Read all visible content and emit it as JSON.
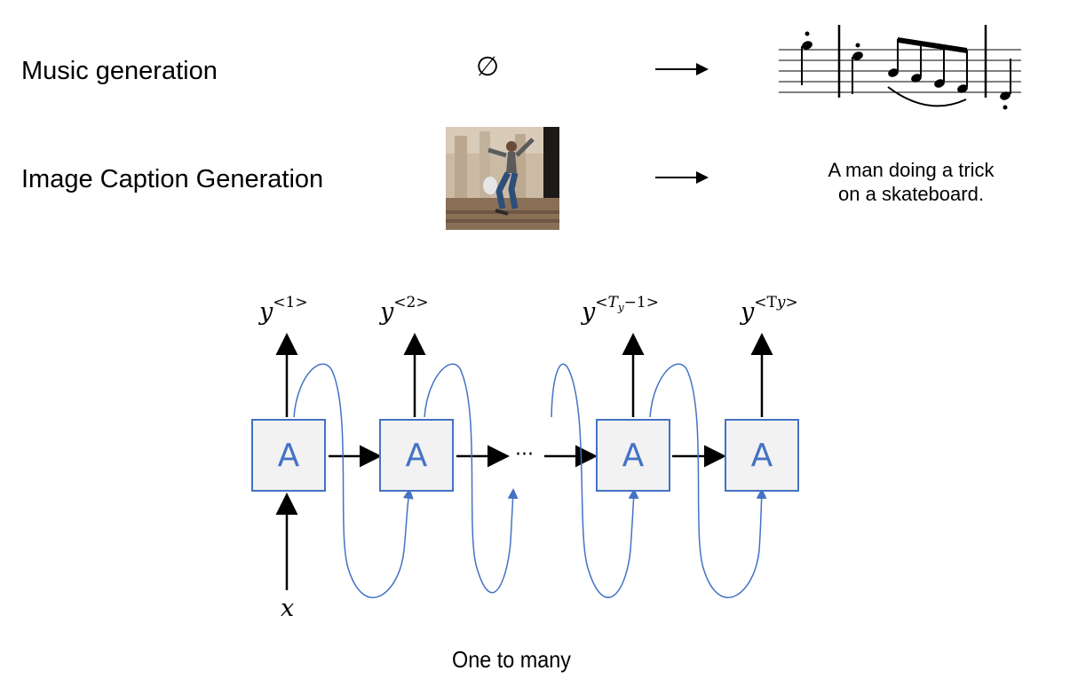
{
  "rows": {
    "music": {
      "label": "Music generation",
      "input_symbol": "∅",
      "output_icon": "sheet-music-icon"
    },
    "caption": {
      "label": "Image Caption Generation",
      "input_icon": "skateboarder-photo",
      "output_line1": "A man doing a trick",
      "output_line2": "on a skateboard."
    }
  },
  "diagram": {
    "cell_label": "A",
    "input_label": "x",
    "ellipsis": "···",
    "outputs": [
      {
        "base": "y",
        "sup": "<1>"
      },
      {
        "base": "y",
        "sup": "<2>"
      },
      {
        "base": "y",
        "sup_pre": "<",
        "sup_var": "T",
        "sup_sub": "y",
        "sup_post": "−1>"
      },
      {
        "base": "y",
        "sup_pre": "<T",
        "sup_var": "y",
        "sup_post": ">"
      }
    ],
    "caption": "One to many",
    "colors": {
      "cell_border": "#4472c4",
      "cell_fill": "#f2f2f2",
      "loop": "#4472c4",
      "arrow": "#000000"
    }
  }
}
